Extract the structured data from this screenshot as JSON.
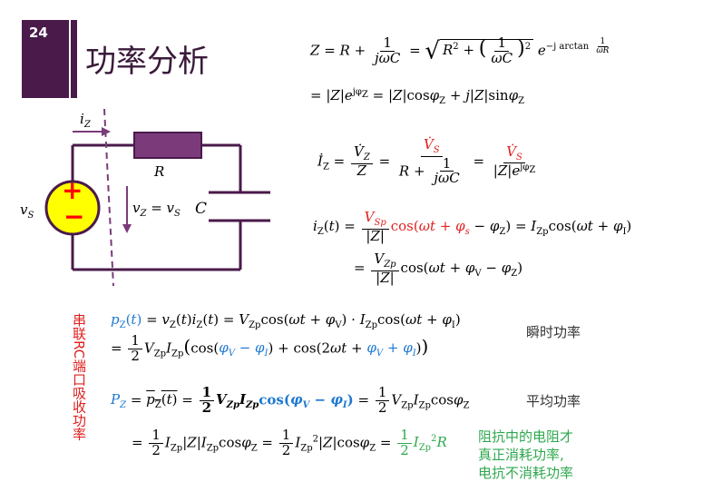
{
  "slide": {
    "number": "24",
    "title": "功率分析",
    "colors": {
      "title_bar": "#4a1a4a",
      "circuit": "#4a1a4a",
      "resistor_fill": "#7b3b7b",
      "source_fill": "#ffff00",
      "source_sign": "#ff0000"
    }
  },
  "circuit": {
    "current_label": "iZ",
    "resistor_label": "R",
    "capacitor_label": "C",
    "source_label": "vS",
    "voltage_label": "vZ = vS",
    "plus": "+",
    "minus": "−"
  },
  "equations": {
    "z_def": "Z = R + 1/(jωC) = √(R² + (1/(ωC))²) · e^(−j arctan(1/(ωR)))",
    "z_polar": "= |Z| e^(jφZ) = |Z| cosφZ + j|Z| sinφZ",
    "iz_phasor": "İZ = V̇Z / Z = V̇S / (R + 1/(jωC)) = V̇S / (|Z| e^(jφZ))",
    "iz_time_1": "iZ(t) = (VSp/|Z|) cos(ωt + φs − φZ) = IZp cos(ωt + φI)",
    "iz_time_2": "= (VZp/|Z|) cos(ωt + φV − φZ)",
    "pz_inst_1": "pZ(t) = vZ(t) iZ(t) = VZp cos(ωt + φV) · IZp cos(ωt + φI)",
    "pz_inst_2": "= ½ VZp IZp ( cos(φV − φI) + cos(2ωt + φV + φI) )",
    "pz_avg_1": "PZ = avg pZ(t) = ½ VZp IZp cos(φV − φI) = ½ VZp IZp cosφZ",
    "pz_avg_2": "= ½ IZp |Z| IZp cosφZ = ½ IZp² |Z| cosφZ = ½ IZp² R"
  },
  "labels": {
    "side_vertical": "串联RC端口吸收功率",
    "instant_power": "瞬时功率",
    "average_power": "平均功率",
    "note_line1": "阻抗中的电阻才",
    "note_line2": "真正消耗功率,",
    "note_line3": "电抗不消耗功率"
  }
}
